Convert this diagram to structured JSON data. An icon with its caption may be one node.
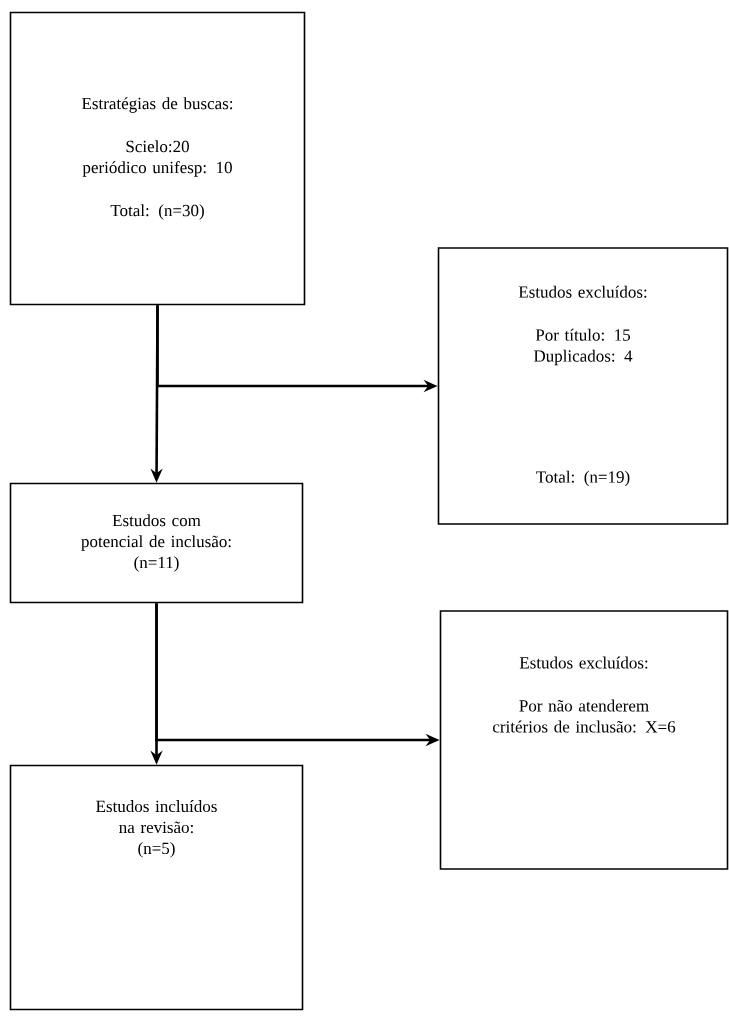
{
  "diagram": {
    "nodes": [
      {
        "text": [
          "Estratégias de buscas:",
          "Scielo:20",
          "periódico unifesp: 10",
          "Total: (n=30)"
        ]
      },
      {
        "text": [
          "Estudos excluídos:",
          "Por título: 15",
          "Duplicados: 4",
          "Total: (n=19)"
        ]
      },
      {
        "text": [
          "Estudos com potencial de inclusão:",
          "(n=11)"
        ]
      },
      {
        "text": [
          "Estudos excluídos:",
          "Por não atenderem critérios de inclusão: X=6"
        ]
      },
      {
        "text": [
          "Estudos incluídos na revisão:",
          "(n=5)"
        ]
      }
    ],
    "edges": [
      {
        "from": 0,
        "to": 2,
        "arrow": "to"
      },
      {
        "from": 0,
        "to": 1,
        "arrow": "to"
      },
      {
        "from": 2,
        "to": 4,
        "arrow": "to"
      },
      {
        "from": 2,
        "to": 3,
        "arrow": "to"
      }
    ]
  }
}
